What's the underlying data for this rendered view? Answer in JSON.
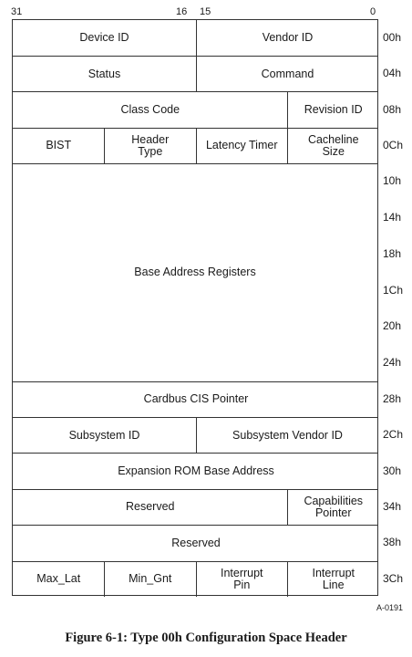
{
  "bit_labels": {
    "b31": "31",
    "b16": "16",
    "b15": "15",
    "b0": "0"
  },
  "rows": [
    {
      "offset": "00h",
      "cells": [
        {
          "name": "device-id",
          "label": "Device ID",
          "span": 2
        },
        {
          "name": "vendor-id",
          "label": "Vendor ID",
          "span": 2
        }
      ]
    },
    {
      "offset": "04h",
      "cells": [
        {
          "name": "status",
          "label": "Status",
          "span": 2
        },
        {
          "name": "command",
          "label": "Command",
          "span": 2
        }
      ]
    },
    {
      "offset": "08h",
      "cells": [
        {
          "name": "class-code",
          "label": "Class Code",
          "span": 3
        },
        {
          "name": "revision-id",
          "label": "Revision ID",
          "span": 1
        }
      ]
    },
    {
      "offset": "0Ch",
      "cells": [
        {
          "name": "bist",
          "label": "BIST",
          "span": 1
        },
        {
          "name": "header-type",
          "label": "Header\nType",
          "span": 1
        },
        {
          "name": "latency-timer",
          "label": "Latency Timer",
          "span": 1
        },
        {
          "name": "cacheline-size",
          "label": "Cacheline\nSize",
          "span": 1
        }
      ]
    },
    {
      "offset": "28h",
      "cells": [
        {
          "name": "cardbus-cis-pointer",
          "label": "Cardbus CIS Pointer",
          "span": 4
        }
      ]
    },
    {
      "offset": "2Ch",
      "cells": [
        {
          "name": "subsystem-id",
          "label": "Subsystem ID",
          "span": 2
        },
        {
          "name": "subsystem-vendor-id",
          "label": "Subsystem Vendor ID",
          "span": 2
        }
      ]
    },
    {
      "offset": "30h",
      "cells": [
        {
          "name": "expansion-rom-base-address",
          "label": "Expansion ROM Base Address",
          "span": 4
        }
      ]
    },
    {
      "offset": "34h",
      "cells": [
        {
          "name": "reserved-34h",
          "label": "Reserved",
          "span": 3
        },
        {
          "name": "capabilities-pointer",
          "label": "Capabilities\nPointer",
          "span": 1
        }
      ]
    },
    {
      "offset": "38h",
      "cells": [
        {
          "name": "reserved-38h",
          "label": "Reserved",
          "span": 4
        }
      ]
    },
    {
      "offset": "3Ch",
      "cells": [
        {
          "name": "max-lat",
          "label": "Max_Lat",
          "span": 1
        },
        {
          "name": "min-gnt",
          "label": "Min_Gnt",
          "span": 1
        },
        {
          "name": "interrupt-pin",
          "label": "Interrupt\nPin",
          "span": 1
        },
        {
          "name": "interrupt-line",
          "label": "Interrupt\nLine",
          "span": 1
        }
      ]
    }
  ],
  "bar_block": {
    "label": "Base Address Registers",
    "offsets": [
      "10h",
      "14h",
      "18h",
      "1Ch",
      "20h",
      "24h"
    ]
  },
  "figure_code": "A-0191",
  "caption": "Figure 6-1:  Type 00h Configuration Space Header"
}
